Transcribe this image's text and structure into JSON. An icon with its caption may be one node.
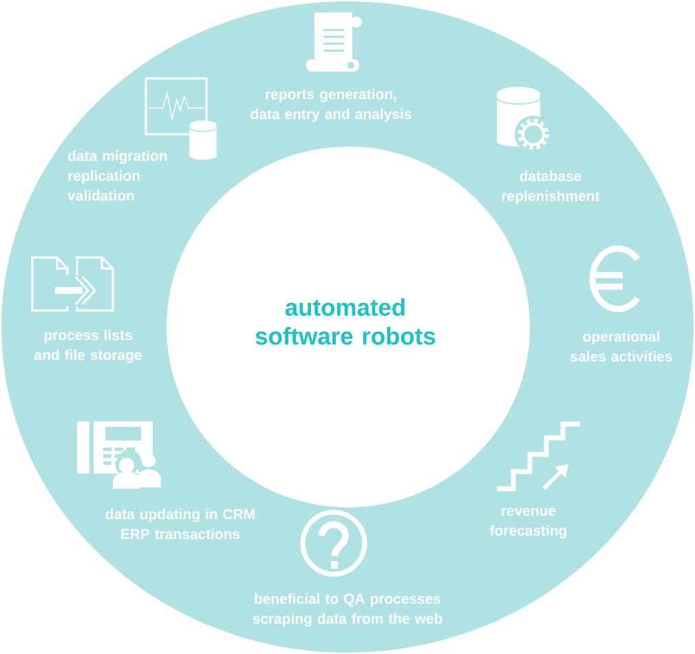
{
  "diagram": {
    "nodes": [
      {
        "text": [
          "reports generation, data entry and analysis",
          "data migration replication validation",
          "database replenishment",
          "process lists and file storage",
          "operational sales activities",
          "data updating in CRM ERP transactions",
          "revenue forecasting",
          "beneficial to QA processes scraping data from the web"
        ]
      },
      {
        "text": [
          "automated software robots"
        ],
        "in": 0
      }
    ],
    "edges": []
  }
}
